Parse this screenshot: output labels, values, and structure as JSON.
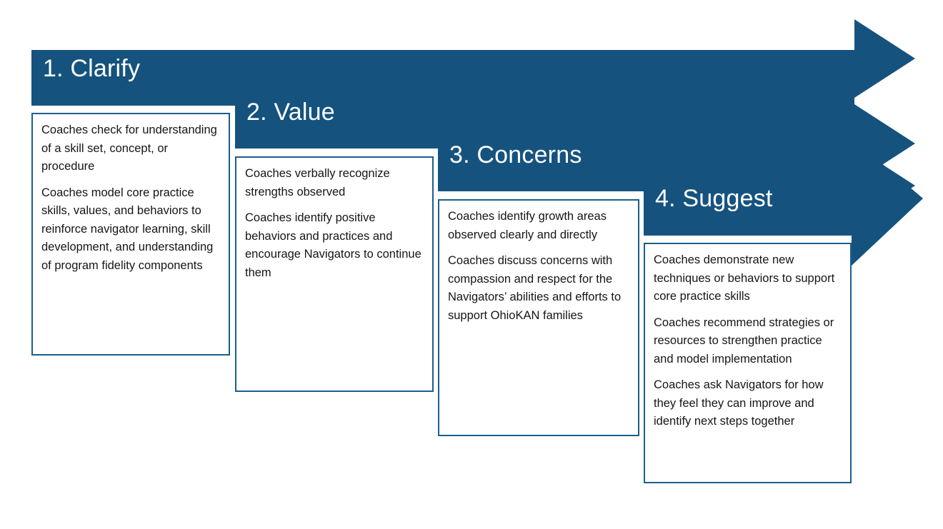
{
  "diagram": {
    "type": "staircase-chevron-process",
    "accent_color": "#15537E",
    "border_color": "#1C5E8C",
    "background": "#FFFFFF",
    "text_color": "#161616",
    "title_color": "#FFFFFF",
    "steps": [
      {
        "id": "clarify",
        "heading": "1. Clarify",
        "bullets": [
          "Coaches check for understanding of a skill set, concept, or procedure",
          "Coaches model core practice skills, values, and behaviors to reinforce navigator learning, skill development, and understanding of program fidelity components"
        ]
      },
      {
        "id": "value",
        "heading": "2. Value",
        "bullets": [
          "Coaches verbally recognize strengths observed",
          "Coaches identify positive behaviors and practices and encourage Navigators to continue them"
        ]
      },
      {
        "id": "concerns",
        "heading": "3. Concerns",
        "bullets": [
          "Coaches identify growth areas observed clearly and directly",
          "Coaches discuss concerns with compassion and respect for the Navigators’ abilities and efforts to support OhioKAN families"
        ]
      },
      {
        "id": "suggest",
        "heading": "4. Suggest",
        "bullets": [
          "Coaches demonstrate new techniques or behaviors to support core practice skills",
          "Coaches recommend strategies or resources to strengthen practice and model implementation",
          "Coaches ask Navigators for how they feel they can improve and identify next steps together"
        ]
      }
    ]
  }
}
